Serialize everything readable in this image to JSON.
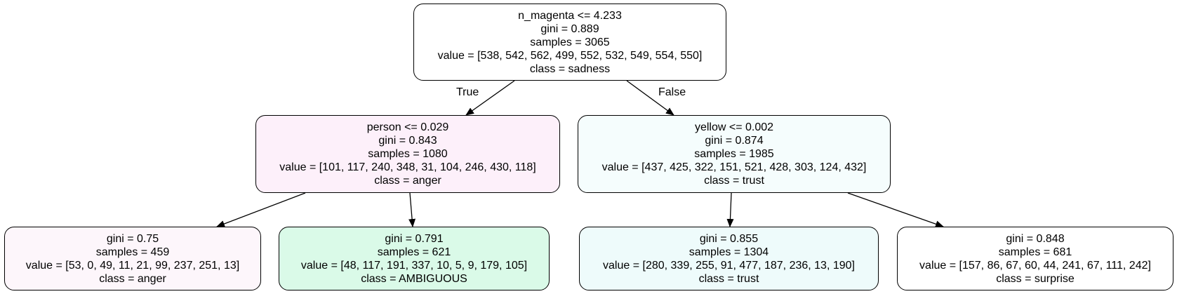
{
  "tree": {
    "nodes": [
      {
        "id": "root",
        "lines": [
          "n_magenta <= 4.233",
          "gini = 0.889",
          "samples = 3065",
          "value = [538, 542, 562, 499, 552, 532, 549, 554, 550]",
          "class = sadness"
        ],
        "fill": "#ffffff"
      },
      {
        "id": "left",
        "lines": [
          "person <= 0.029",
          "gini = 0.843",
          "samples = 1080",
          "value = [101, 117, 240, 348, 31, 104, 246, 430, 118]",
          "class = anger"
        ],
        "fill": "#fdf0fa"
      },
      {
        "id": "right",
        "lines": [
          "yellow <= 0.002",
          "gini = 0.874",
          "samples = 1985",
          "value = [437, 425, 322, 151, 521, 428, 303, 124, 432]",
          "class = trust"
        ],
        "fill": "#f5fdfd"
      },
      {
        "id": "ll",
        "lines": [
          "gini = 0.75",
          "samples = 459",
          "value = [53, 0, 49, 11, 21, 99, 237, 251, 13]",
          "class = anger"
        ],
        "fill": "#fdf6fb"
      },
      {
        "id": "lr",
        "lines": [
          "gini = 0.791",
          "samples = 621",
          "value = [48, 117, 191, 337, 10, 5, 9, 179, 105]",
          "class = AMBIGUOUS"
        ],
        "fill": "#dafae8"
      },
      {
        "id": "rl",
        "lines": [
          "gini = 0.855",
          "samples = 1304",
          "value = [280, 339, 255, 91, 477, 187, 236, 13, 190]",
          "class = trust"
        ],
        "fill": "#eefbfb"
      },
      {
        "id": "rr",
        "lines": [
          "gini = 0.848",
          "samples = 681",
          "value = [157, 86, 67, 60, 44, 241, 67, 111, 242]",
          "class = surprise"
        ],
        "fill": "#ffffff"
      }
    ],
    "edges": [
      {
        "from": "root",
        "to": "left",
        "label": "True"
      },
      {
        "from": "root",
        "to": "right",
        "label": "False"
      },
      {
        "from": "left",
        "to": "ll",
        "label": ""
      },
      {
        "from": "left",
        "to": "lr",
        "label": ""
      },
      {
        "from": "right",
        "to": "rl",
        "label": ""
      },
      {
        "from": "right",
        "to": "rr",
        "label": ""
      }
    ],
    "colors": {
      "stroke": "#000000",
      "text": "#000000"
    }
  }
}
